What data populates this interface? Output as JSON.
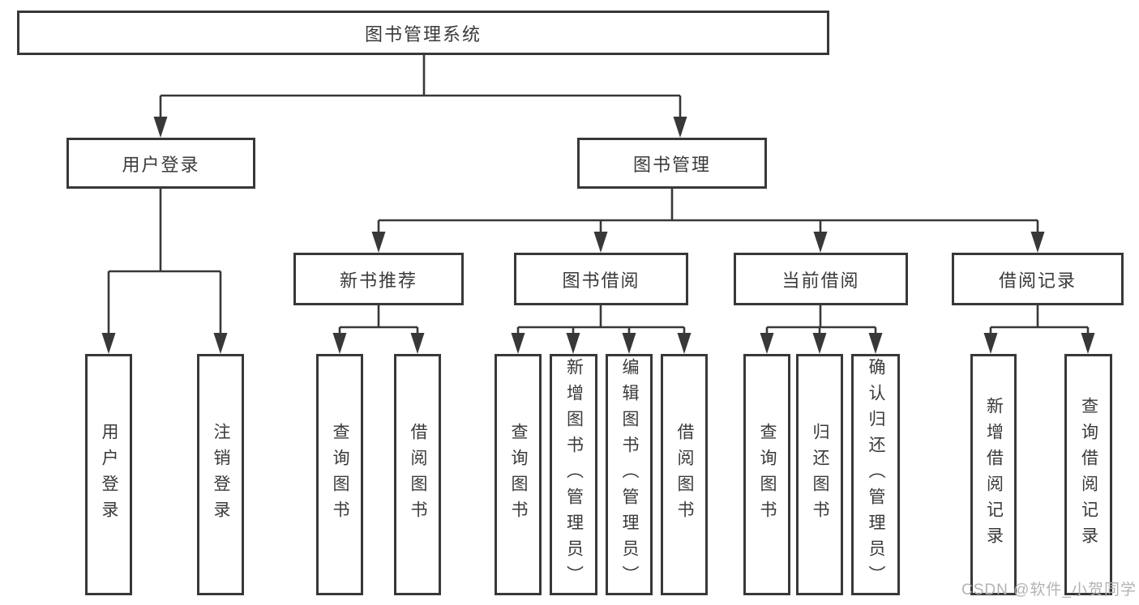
{
  "tree": {
    "label": "图书管理系统",
    "children": [
      {
        "label": "用户登录",
        "children": [
          {
            "label": "用户登录"
          },
          {
            "label": "注销登录"
          }
        ]
      },
      {
        "label": "图书管理",
        "children": [
          {
            "label": "新书推荐",
            "children": [
              {
                "label": "查询图书"
              },
              {
                "label": "借阅图书"
              }
            ]
          },
          {
            "label": "图书借阅",
            "children": [
              {
                "label": "查询图书"
              },
              {
                "label": "新增图书（管理员）"
              },
              {
                "label": "编辑图书（管理员）"
              },
              {
                "label": "借阅图书"
              }
            ]
          },
          {
            "label": "当前借阅",
            "children": [
              {
                "label": "查询图书"
              },
              {
                "label": "归还图书"
              },
              {
                "label": "确认归还（管理员）"
              }
            ]
          },
          {
            "label": "借阅记录",
            "children": [
              {
                "label": "新增借阅记录"
              },
              {
                "label": "查询借阅记录"
              }
            ]
          }
        ]
      }
    ]
  },
  "watermark": "CSDN @软件_小贺同学",
  "colors": {
    "line": "#383838",
    "text": "#3a3a3a",
    "background": "#ffffff",
    "watermark": "#b3b3b3"
  }
}
